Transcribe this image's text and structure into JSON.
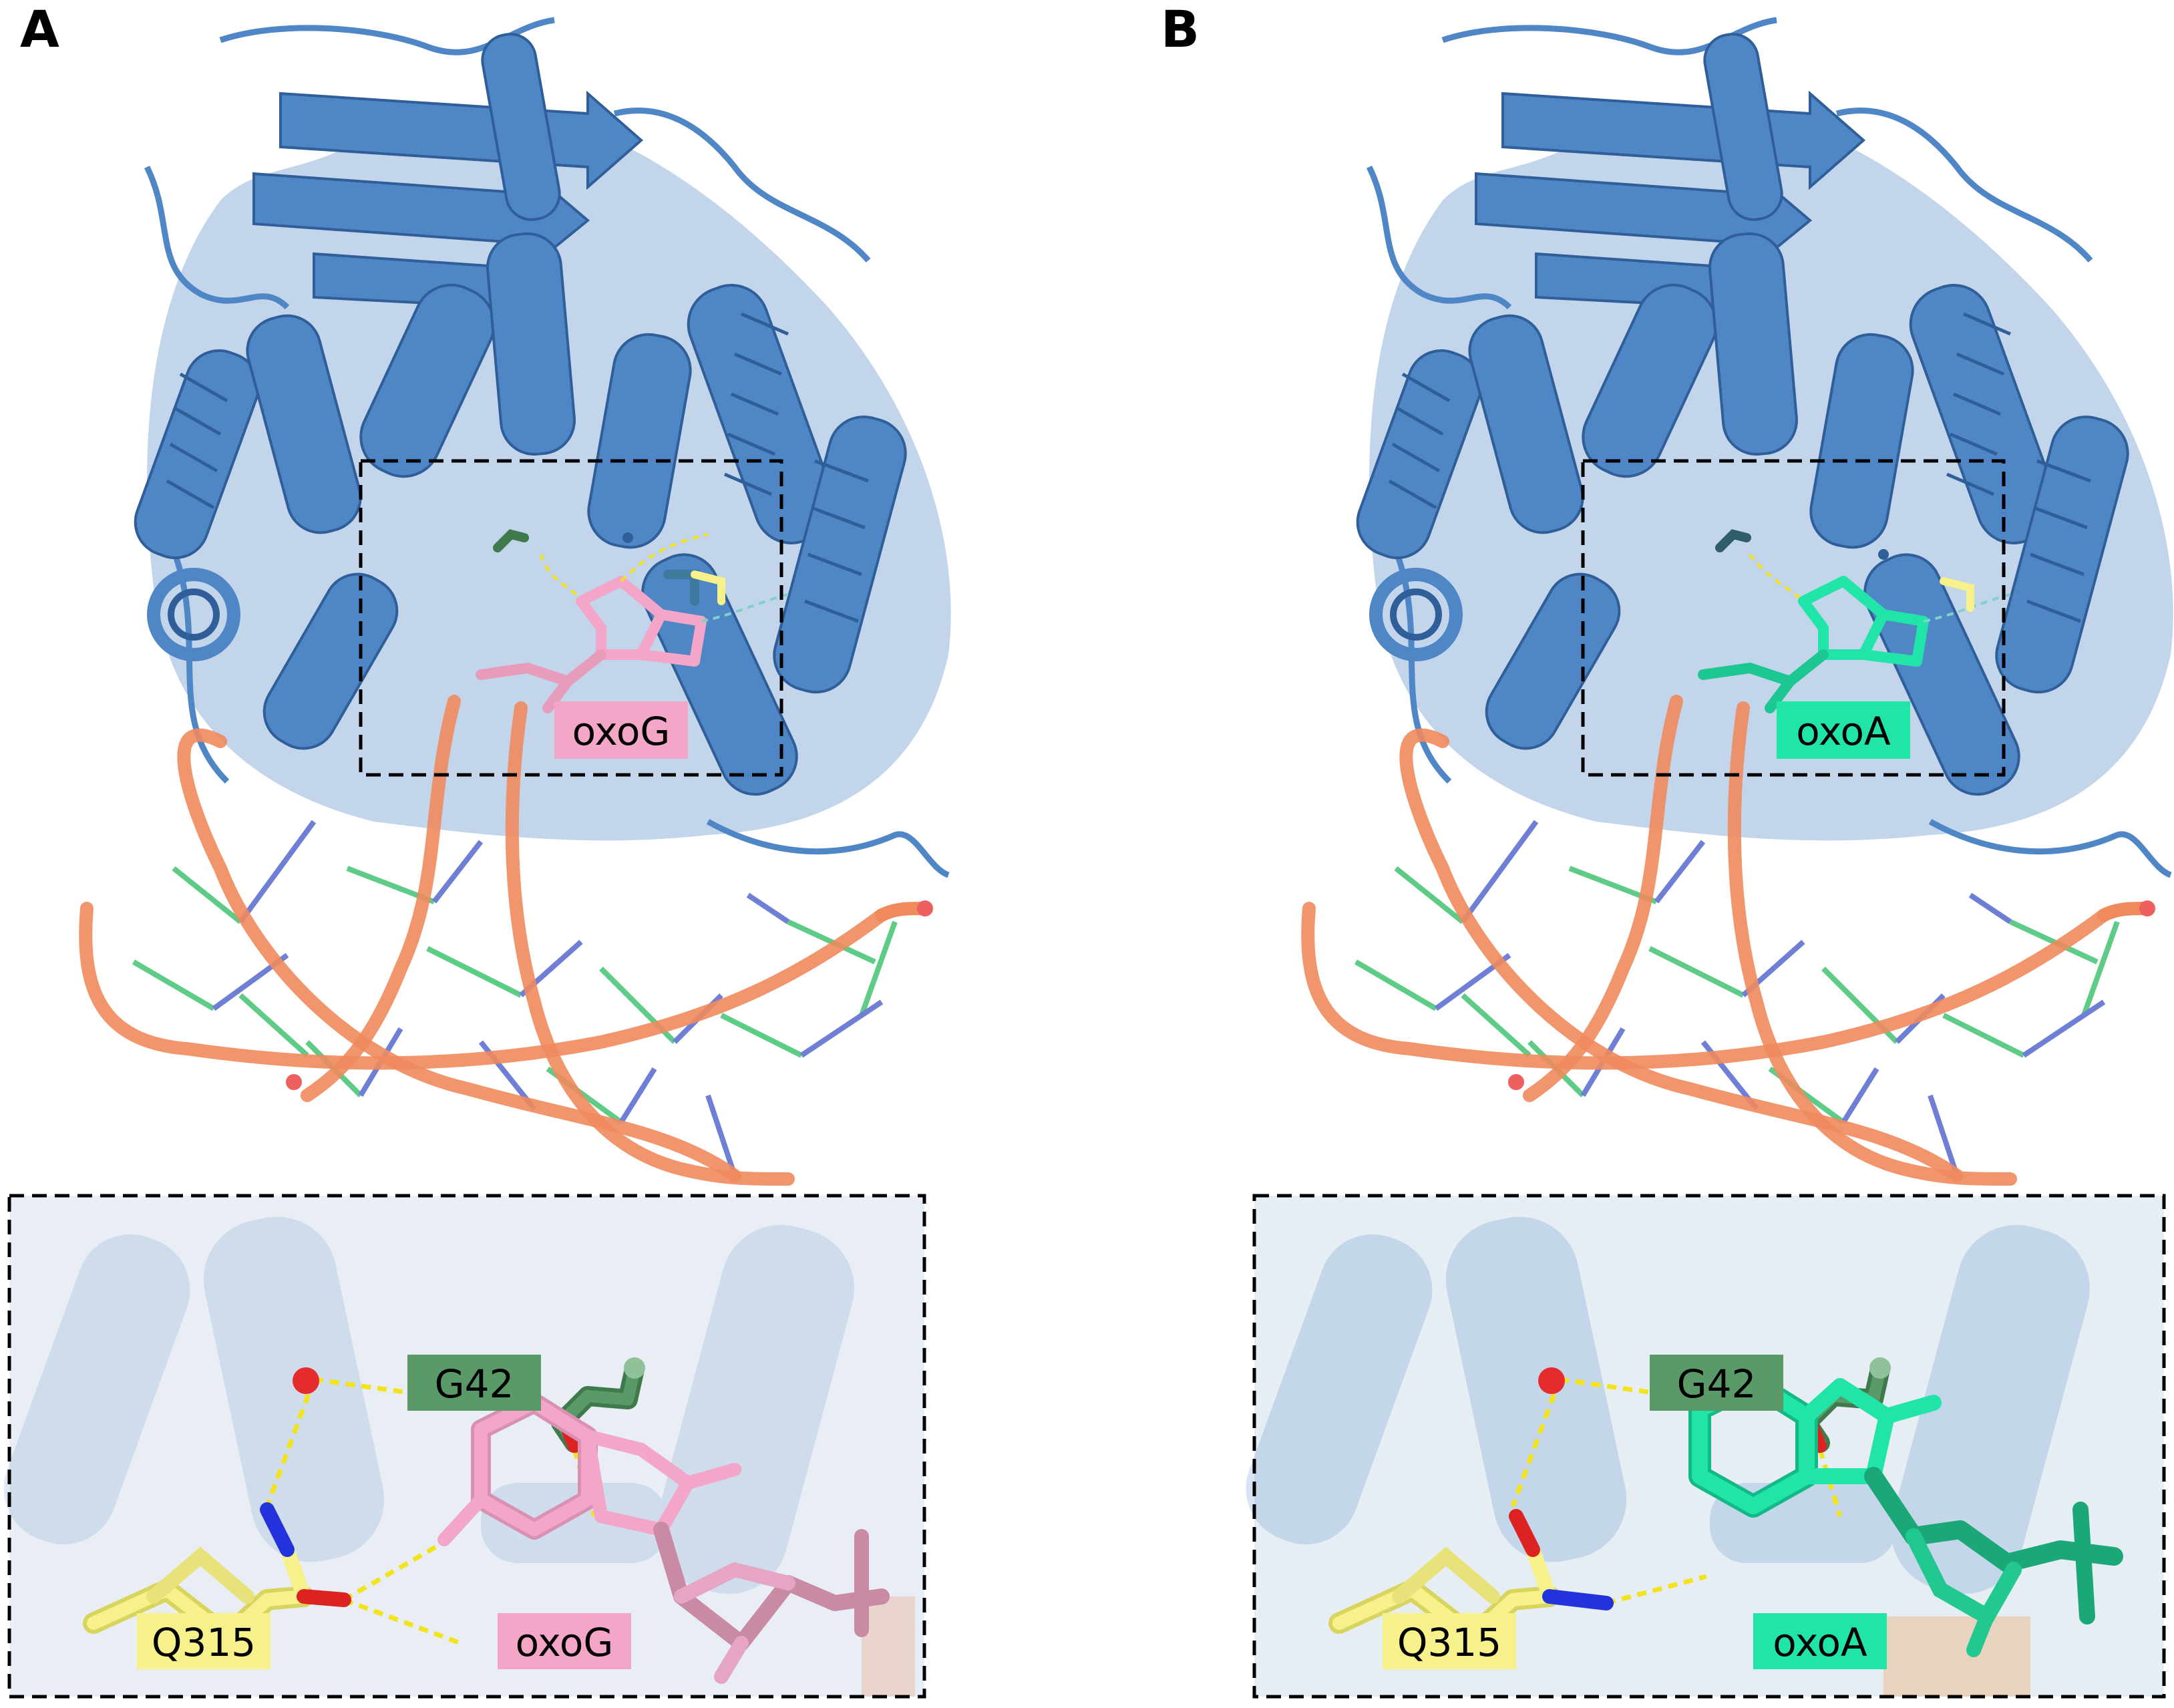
{
  "panels": [
    {
      "letter": "A",
      "ligand": "oxoG",
      "zoom": {
        "residue_top": "G42",
        "residue_left": "Q315",
        "ligand": "oxoG"
      }
    },
    {
      "letter": "B",
      "ligand": "oxoA",
      "zoom": {
        "residue_top": "G42",
        "residue_left": "Q315",
        "ligand": "oxoA"
      }
    }
  ],
  "colors": {
    "protein": "#4f86c6",
    "protein_dark": "#2f5e99",
    "dna_backbone": "#f08a5d",
    "dna_base_green": "#5ecb86",
    "dna_base_blue": "#6f7fd6",
    "oxoG": "#f3a6c8",
    "oxoA": "#21e5a8",
    "G42": "#5a9a68",
    "Q315": "#f6f18a",
    "water": "#e52b2b",
    "hbond": "#f3e31c",
    "nitrogen": "#2233dd",
    "oxygen": "#dd2222"
  }
}
